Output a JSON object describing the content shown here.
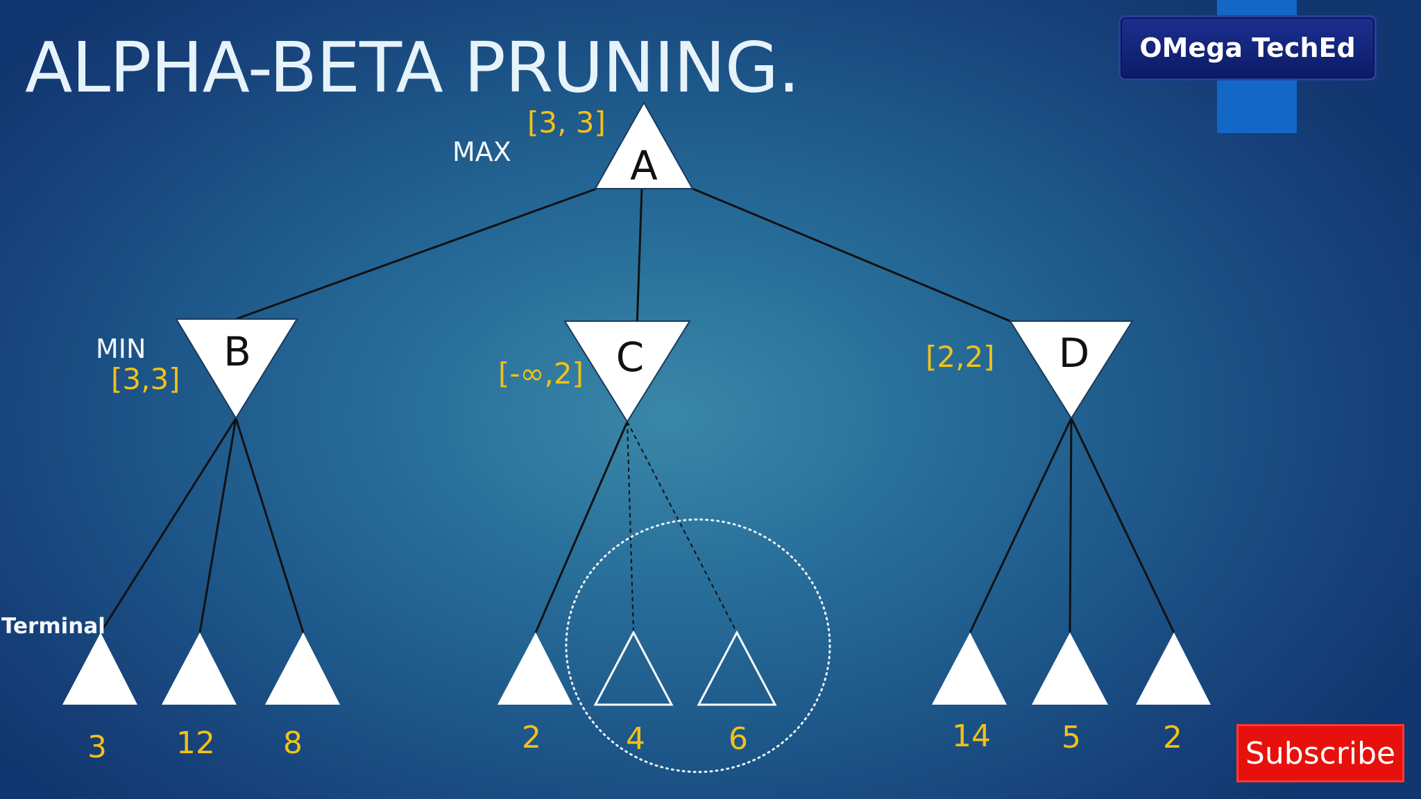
{
  "title": "ALPHA-BETA PRUNING.",
  "brand": "OMega TechEd",
  "subscribe_label": "Subscribe",
  "labels": {
    "max": "MAX",
    "min": "MIN",
    "terminal": "Terminal"
  },
  "nodes": {
    "A": {
      "letter": "A",
      "interval": "[3, 3]"
    },
    "B": {
      "letter": "B",
      "interval": "[3,3]"
    },
    "C": {
      "letter": "C",
      "interval": "[-∞,2]"
    },
    "D": {
      "letter": "D",
      "interval": "[2,2]"
    }
  },
  "leaves": [
    "3",
    "12",
    "8",
    "2",
    "4",
    "6",
    "14",
    "5",
    "2"
  ],
  "pruned_leaf_indices": [
    4,
    5
  ],
  "colors": {
    "accent_gold": "#f2c118",
    "node_fill": "#ffffff",
    "subscribe_red": "#e8100c"
  }
}
